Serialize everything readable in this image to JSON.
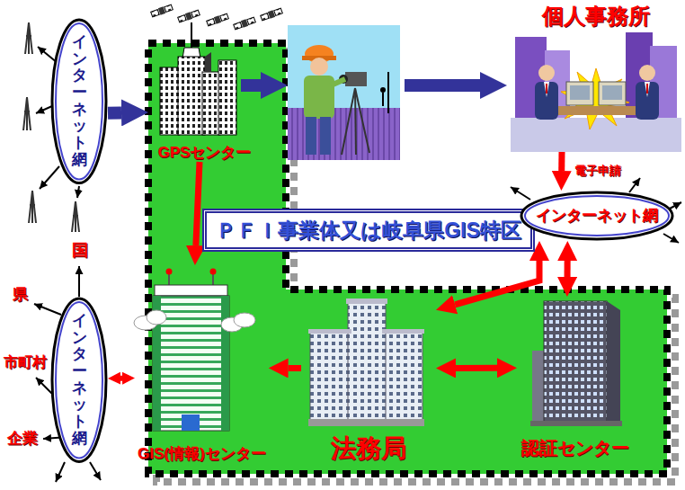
{
  "diagram": {
    "nodes": [
      {
        "text": [
          "インターネット網"
        ]
      },
      {
        "text": [
          "ＰＦＩ事業体又は岐阜県GIS特区"
        ]
      },
      {
        "text": [
          "GPSセンター"
        ],
        "in": 1
      },
      {
        "text": [
          "個人事務所"
        ]
      },
      {
        "text": [
          "インターネット網"
        ]
      },
      {
        "text": [
          "GIS(情報)センター"
        ],
        "in": 1
      },
      {
        "text": [
          "法務局"
        ],
        "in": 1
      },
      {
        "text": [
          "認証センター"
        ],
        "in": 1
      },
      {
        "text": [
          "インターネット網"
        ]
      }
    ],
    "edges": [
      {
        "from": 0,
        "to": 2,
        "arrow": "to"
      },
      {
        "from": 2,
        "to": 5,
        "arrow": "to"
      },
      {
        "from": 3,
        "to": 4,
        "arrow": "to",
        "label": "電子申請"
      },
      {
        "from": 4,
        "to": 6,
        "arrow": "both"
      },
      {
        "from": 4,
        "to": 7,
        "arrow": "both"
      },
      {
        "from": 7,
        "to": 6,
        "arrow": "both"
      },
      {
        "from": 6,
        "to": 5,
        "arrow": "to"
      },
      {
        "from": 5,
        "to": 8,
        "arrow": "both"
      }
    ],
    "labels": [
      "国",
      "県",
      "市町村",
      "企業"
    ]
  }
}
